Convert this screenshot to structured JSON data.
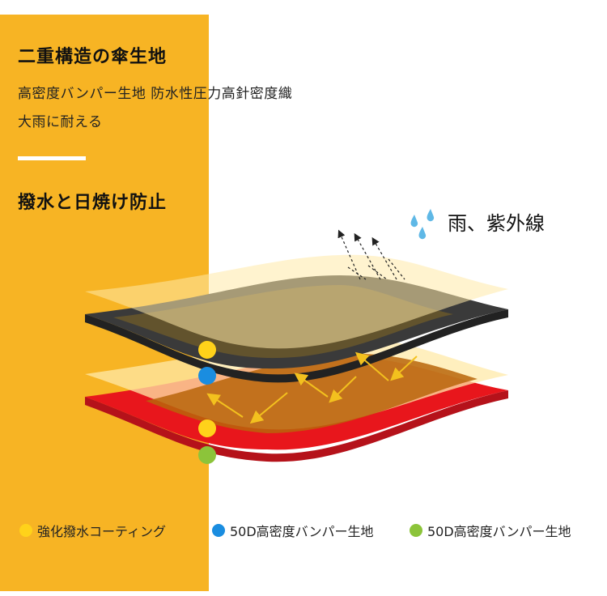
{
  "heading1": "二重構造の傘生地",
  "desc_line1": "高密度バンパー生地 防水性圧力高針密度織",
  "desc_line2": "大雨に耐える",
  "heading2": "撥水と日焼け防止",
  "rain_label": "雨、紫外線",
  "legend": [
    {
      "label": "強化撥水コーティング",
      "color": "#ffd21a"
    },
    {
      "label": "50D高密度バンパー生地",
      "color": "#1a8de0"
    },
    {
      "label": "50D高密度バンパー生地",
      "color": "#8cc43a"
    }
  ],
  "colors": {
    "panel": "#f7b424",
    "top_layer": "#3a3a3a",
    "bottom_layer": "#e8161c",
    "coating": "#ffe9a8"
  }
}
